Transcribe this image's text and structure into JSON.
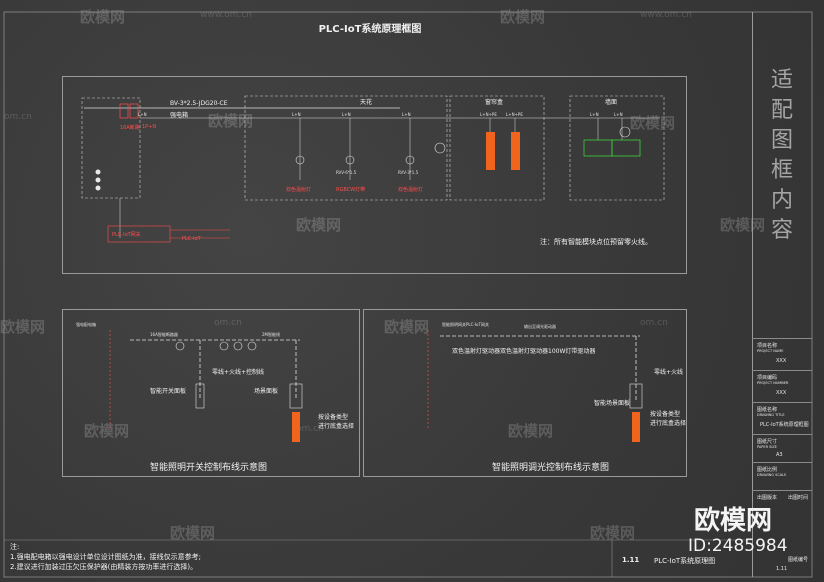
{
  "header": {
    "title": "PLC-IoT系统原理框图"
  },
  "watermark": {
    "brand": "欧模网",
    "site": "www.om.cn",
    "domain_short": "om.cn"
  },
  "top_diagram": {
    "cable_spec": "BV-3*2.5-JDG20-CE",
    "box_label": "强电箱",
    "breaker1": "16A断路",
    "breaker2": "1P+N",
    "section_ceiling": "天花",
    "section_curtain": "窗帘盒",
    "section_wall": "墙面",
    "ln1": "L+N",
    "ln2": "L+N",
    "ln3": "L+N",
    "ln4": "L+N",
    "lnpe1": "L+N+PE",
    "lnpe2": "L+N+PE",
    "lnwall1": "L+N",
    "lnwall2": "L+N",
    "rvv1": "RVV-6*1.5",
    "rvv2": "RVV-3*1.5",
    "lamp1": "双色温射灯",
    "lamp2": "RGBCW灯带",
    "lamp3": "双色温射灯",
    "device_left1": "PLC-IoT网关",
    "device_left2": "PLC-IoT",
    "note": "注：所有智能模块点位预留零火线。"
  },
  "bottom_left": {
    "caption": "智能照明开关控制布线示意图",
    "wire_label": "零线+火线+控制线",
    "switch_panel": "智能开关面板",
    "scene_panel": "场景面板",
    "device_note1": "按设备类型",
    "device_note2": "进行底盒选择",
    "item1": "强电配电箱",
    "item2": "16A智能断路器",
    "item3": "2M智能线"
  },
  "bottom_right": {
    "caption": "智能照明调光控制布线示意图",
    "wire_label": "零线+火线",
    "scene_panel": "智能场景面板",
    "device_note1": "按设备类型",
    "device_note2": "进行底盒选择",
    "drv1": "双色温射灯驱动器",
    "drv2": "双色温射灯驱动器",
    "drv3": "100W灯带驱动器",
    "gateway": "智能照明网关PLC-IoT网关",
    "top_label": "输出至调光驱动器"
  },
  "footer": {
    "note_title": "注:",
    "note1": "1.强电配电箱以强电设计单位设计图纸为准，接线仅示意参考;",
    "note2": "2.建议进行加装过压欠压保护器(由精装方按功率进行选择)。",
    "page_number": "1.11",
    "sheet_title": "PLC-IoT系统原理图"
  },
  "sidebar": {
    "big_text": [
      "适",
      "配",
      "图",
      "框",
      "内",
      "容"
    ],
    "project_name_cn": "项目名称",
    "project_name_en": "PROJECT NAME",
    "project_name_val": "XXX",
    "project_no_cn": "项目编码",
    "project_no_en": "PROJECT NUMBER",
    "project_no_val": "XXX",
    "drawing_title_cn": "图纸名称",
    "drawing_title_en": "DRAWING TITLE",
    "drawing_title_val": "PLC-IoT系统原理框图",
    "paper_size_cn": "图纸尺寸",
    "paper_size_en": "PAPER SIZE",
    "paper_size_val": "A3",
    "scale_cn": "图纸比例",
    "scale_en": "DRAWING SCALE",
    "scale_val": "",
    "version_cn": "出图版本",
    "date_cn": "出图时间",
    "drawing_no_cn": "图纸编号",
    "drawing_no_val": "1.11",
    "logo_id": "ID:2485984"
  },
  "colors": {
    "background": "#3a3a3a",
    "frame": "#9a9a9a",
    "red": "#ff4d4d",
    "orange": "#f0641e",
    "green": "#3cd23c"
  }
}
